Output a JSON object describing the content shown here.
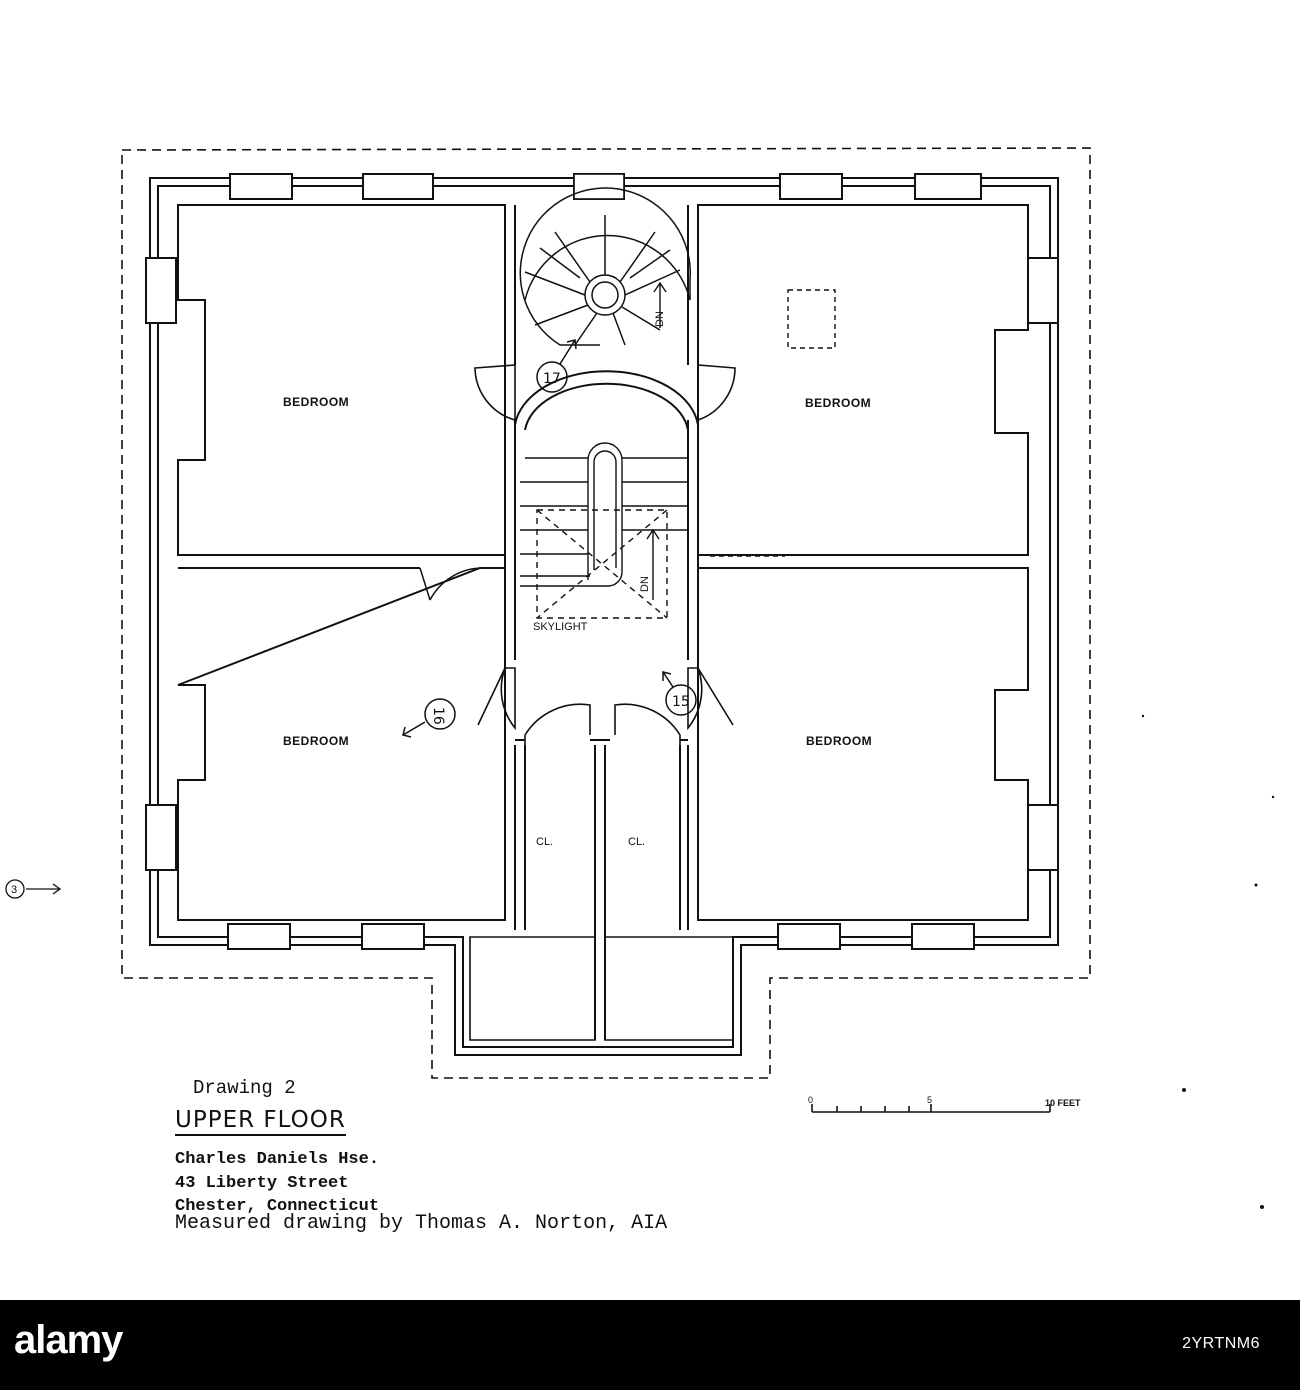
{
  "sheet": {
    "drawing_number": "Drawing 2",
    "title": "UPPER FLOOR",
    "house_name": "Charles Daniels Hse.",
    "street": "43 Liberty Street",
    "town": "Chester, Connecticut",
    "credit": "Measured drawing by Thomas A. Norton, AIA"
  },
  "rooms": {
    "bedroom_nw": "BEDROOM",
    "bedroom_ne": "BEDROOM",
    "bedroom_sw": "BEDROOM",
    "bedroom_se": "BEDROOM",
    "closet_left": "CL.",
    "closet_right": "CL."
  },
  "labels": {
    "skylight": "SKYLIGHT",
    "stair_dn_spiral": "DN",
    "stair_dn_main": "DN"
  },
  "photo_tags": {
    "tag_17": "17",
    "tag_16": "16",
    "tag_15": "15",
    "tag_3": "3"
  },
  "scale_bar": {
    "start": "0",
    "mid": "5",
    "end": "10 FEET"
  },
  "footer": {
    "brand": "alamy",
    "image_id": "2YRTNM6"
  },
  "colors": {
    "ink": "#111111",
    "paper": "#ffffff",
    "footer": "#000000"
  }
}
